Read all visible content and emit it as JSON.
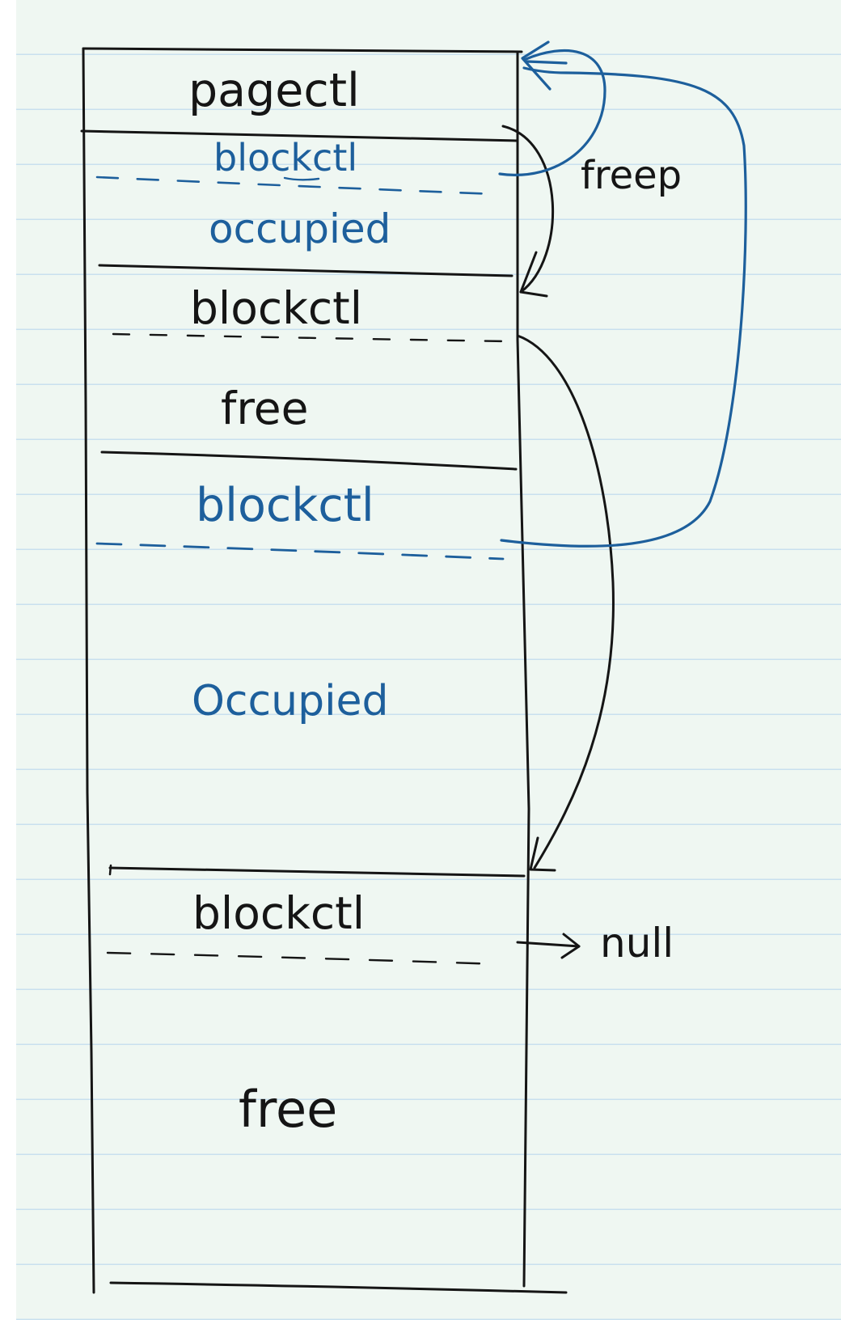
{
  "colors": {
    "paper": "#eff7f2",
    "rule": "#c9e0ef",
    "ink_black": "#151515",
    "ink_blue": "#1d5f9c"
  },
  "labels": {
    "pagectl": "pagectl",
    "blockctl_1": "blockctl",
    "occupied_1": "occupied",
    "blockctl_2": "blockctl",
    "free_1": "free",
    "blockctl_3": "blockctl",
    "occupied_2": "Occupied",
    "blockctl_4": "blockctl",
    "free_2": "free",
    "freep": "freep",
    "null": "null"
  }
}
